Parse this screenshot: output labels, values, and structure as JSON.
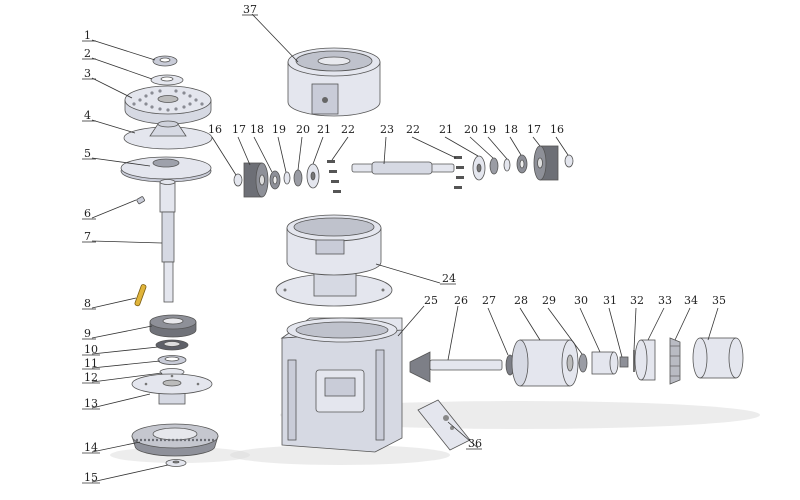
{
  "diagram": {
    "callouts": [
      "1",
      "2",
      "3",
      "4",
      "5",
      "6",
      "7",
      "8",
      "9",
      "10",
      "11",
      "12",
      "13",
      "14",
      "15",
      "16",
      "17",
      "18",
      "19",
      "20",
      "21",
      "22",
      "23",
      "22",
      "21",
      "20",
      "19",
      "18",
      "17",
      "16",
      "24",
      "25",
      "26",
      "27",
      "28",
      "29",
      "30",
      "31",
      "32",
      "33",
      "34",
      "35",
      "36",
      "37"
    ]
  },
  "colors": {
    "part_fill": "#e4e6ee",
    "part_shade": "#c9ccd8",
    "gear": "#9c9ea6",
    "outline": "#555555"
  }
}
